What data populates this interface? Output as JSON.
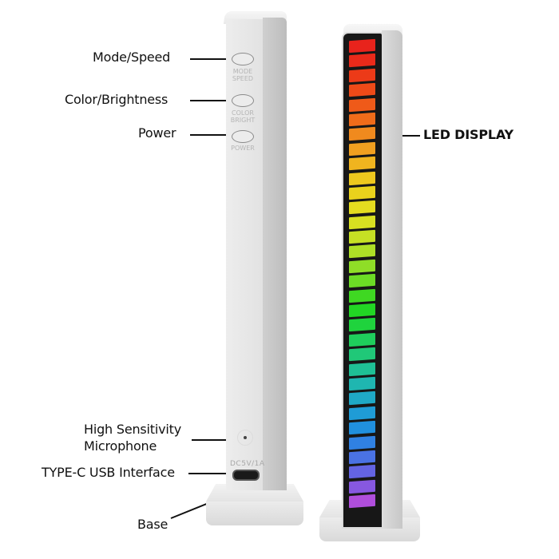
{
  "figure": {
    "type": "product-diagram",
    "subject": "RGB LED music level light bar"
  },
  "callouts": {
    "mode_speed": "Mode/Speed",
    "color_brightness": "Color/Brightness",
    "power": "Power",
    "led_display": "LED DISPLAY",
    "microphone_line1": "High Sensitivity",
    "microphone_line2": "Microphone",
    "usb": "TYPE-C USB Interface",
    "base": "Base"
  },
  "device_markings": {
    "mode_line1": "MODE",
    "mode_line2": "SPEED",
    "color_line1": "COLOR",
    "color_line2": "BRIGHT",
    "power": "POWER",
    "power_rating": "DC5V/1A"
  },
  "led_segments": {
    "count": 32,
    "colors": [
      "#e8231c",
      "#ea2a1a",
      "#ec3a18",
      "#ee4a18",
      "#ef5a19",
      "#f06c1a",
      "#f08a1e",
      "#f1a020",
      "#f0b41f",
      "#eec81e",
      "#e9d21c",
      "#e4dc1f",
      "#d8e021",
      "#c6e024",
      "#aee026",
      "#8fde27",
      "#6cdc25",
      "#3fd822",
      "#22d624",
      "#1fd33d",
      "#1fce5c",
      "#20c878",
      "#1fc095",
      "#1fb6b0",
      "#1fa9c6",
      "#1f9cd6",
      "#2090de",
      "#3081e2",
      "#4a72e4",
      "#6464e3",
      "#8758e0",
      "#b04edc"
    ]
  }
}
